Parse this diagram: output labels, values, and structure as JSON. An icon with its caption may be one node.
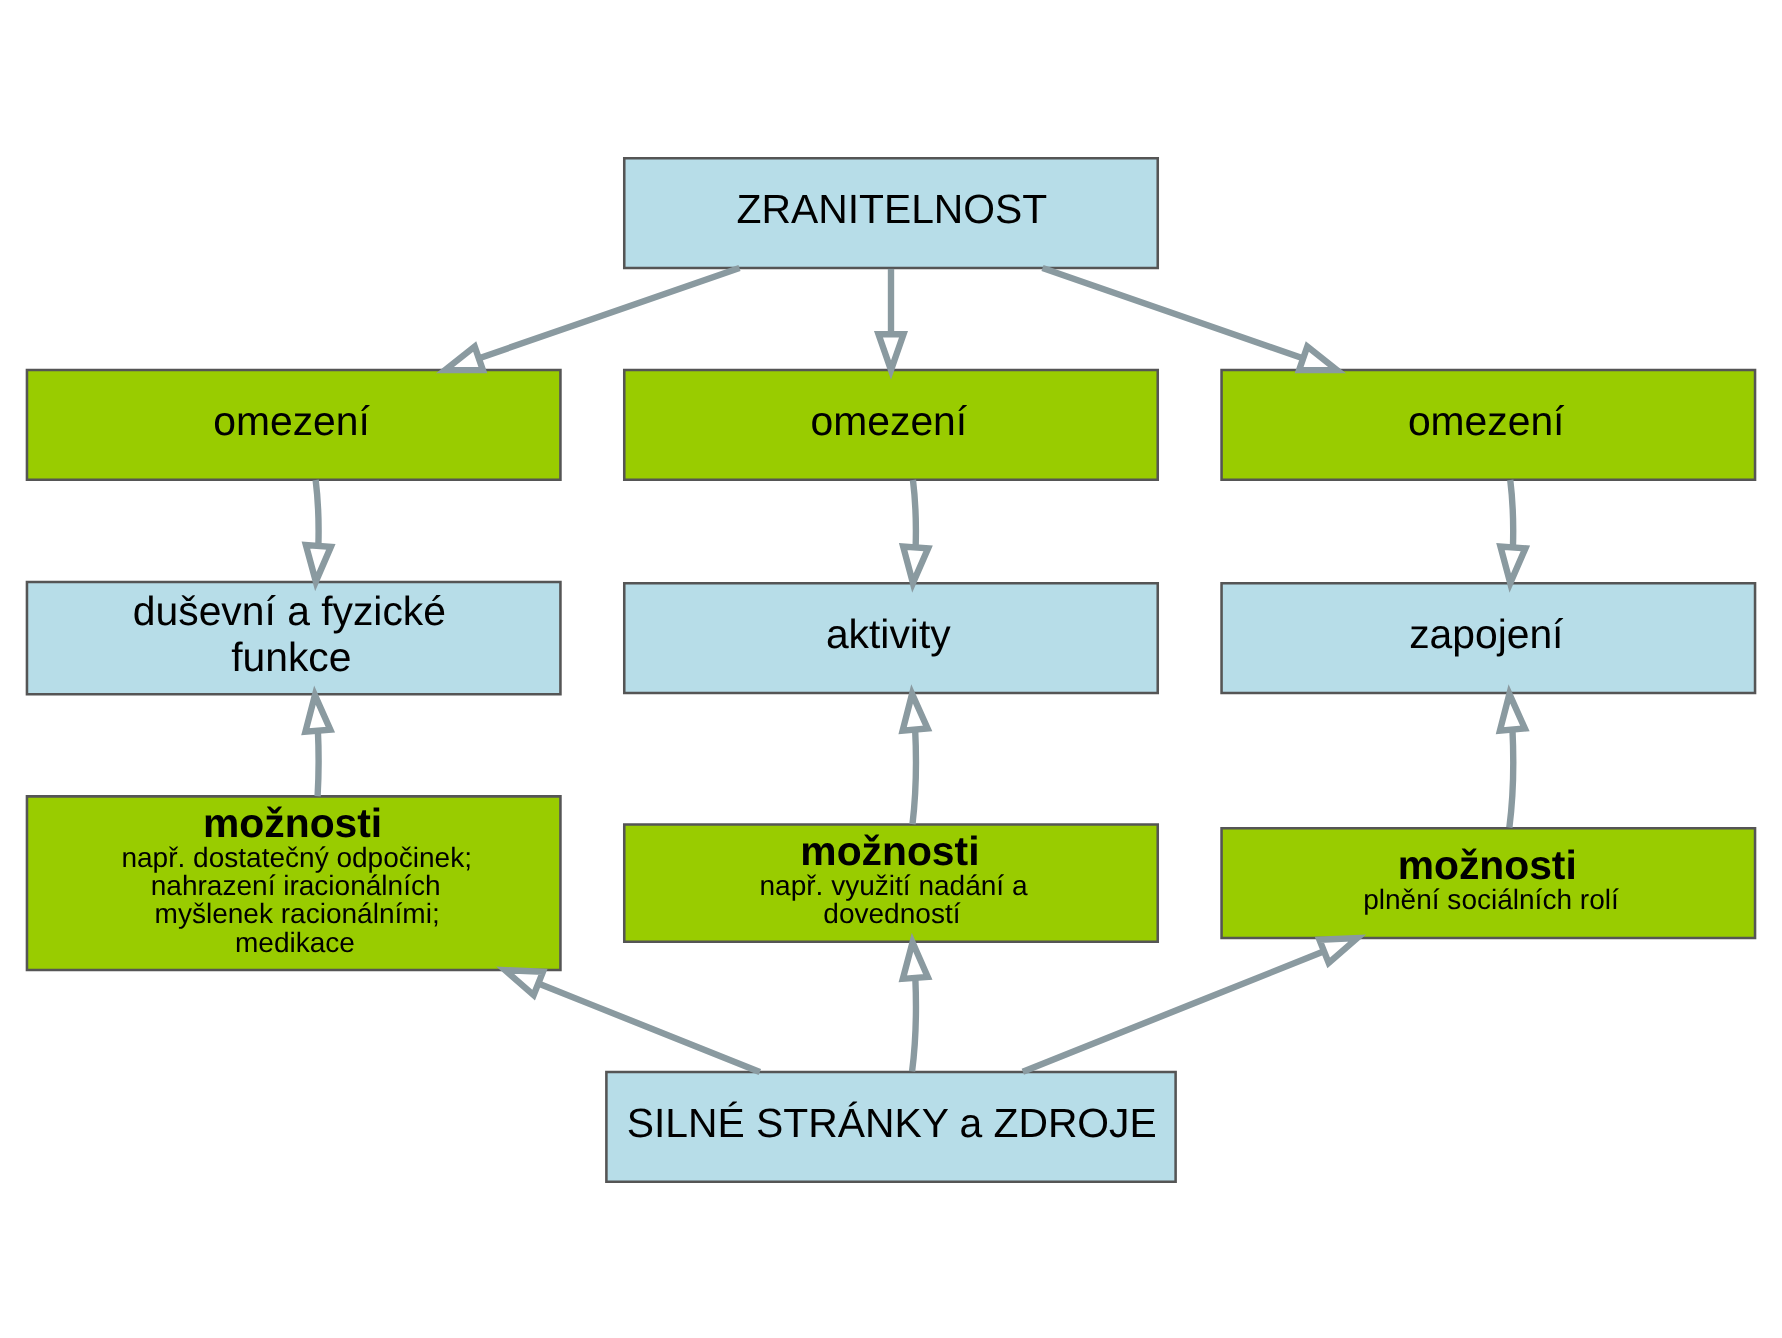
{
  "diagram": {
    "nodes": [
      {
        "text": [
          "ZRANITELNOST"
        ]
      },
      {
        "text": [
          "omezení"
        ]
      },
      {
        "text": [
          "omezení"
        ]
      },
      {
        "text": [
          "omezení"
        ]
      },
      {
        "text": [
          "duševní a fyzické funkce"
        ]
      },
      {
        "text": [
          "aktivity"
        ]
      },
      {
        "text": [
          "zapojení"
        ]
      },
      {
        "text": [
          "možnosti",
          "např. dostatečný odpočinek; nahrazení iracionálních myšlenek racionálními; medikace"
        ]
      },
      {
        "text": [
          "možnosti",
          "např. využití nadání a dovedností"
        ]
      },
      {
        "text": [
          "možnosti",
          "plnění sociálních rolí"
        ]
      },
      {
        "text": [
          "SILNÉ STRÁNKY a ZDROJE"
        ]
      }
    ],
    "edges": [
      {
        "from": 0,
        "to": 1,
        "arrow": "to"
      },
      {
        "from": 0,
        "to": 2,
        "arrow": "to"
      },
      {
        "from": 0,
        "to": 3,
        "arrow": "to"
      },
      {
        "from": 1,
        "to": 4,
        "arrow": "to"
      },
      {
        "from": 2,
        "to": 5,
        "arrow": "to"
      },
      {
        "from": 3,
        "to": 6,
        "arrow": "to"
      },
      {
        "from": 7,
        "to": 4,
        "arrow": "to"
      },
      {
        "from": 8,
        "to": 5,
        "arrow": "to"
      },
      {
        "from": 9,
        "to": 6,
        "arrow": "to"
      },
      {
        "from": 10,
        "to": 7,
        "arrow": "to"
      },
      {
        "from": 10,
        "to": 8,
        "arrow": "to"
      },
      {
        "from": 10,
        "to": 9,
        "arrow": "to"
      }
    ]
  }
}
